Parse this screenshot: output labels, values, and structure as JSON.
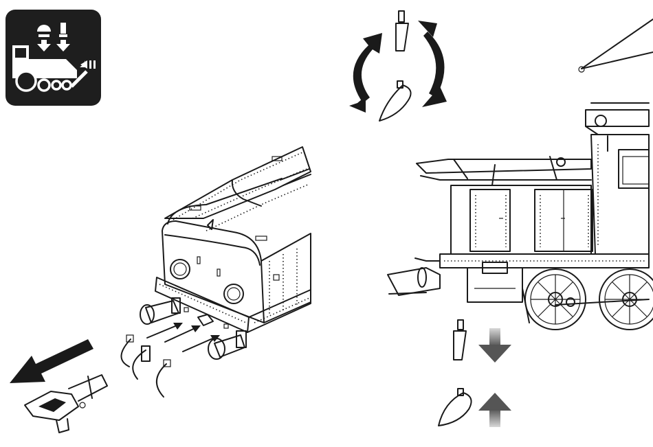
{
  "icon": {
    "name": "coupler-function-icon",
    "background": "#1e1e1e",
    "foreground": "#ffffff"
  },
  "colors": {
    "ink": "#1a1a1a",
    "arrow_dark": "#555555",
    "arrow_light": "#d8d8d8"
  },
  "steps": [
    {
      "name": "remove-coupler-arrow",
      "direction": "out"
    },
    {
      "name": "insert-coupler-arrows",
      "count": 3
    },
    {
      "name": "rotate-pantograph-arrows",
      "direction": "both"
    },
    {
      "name": "lower-arrow",
      "direction": "down"
    },
    {
      "name": "raise-arrow",
      "direction": "up"
    }
  ]
}
